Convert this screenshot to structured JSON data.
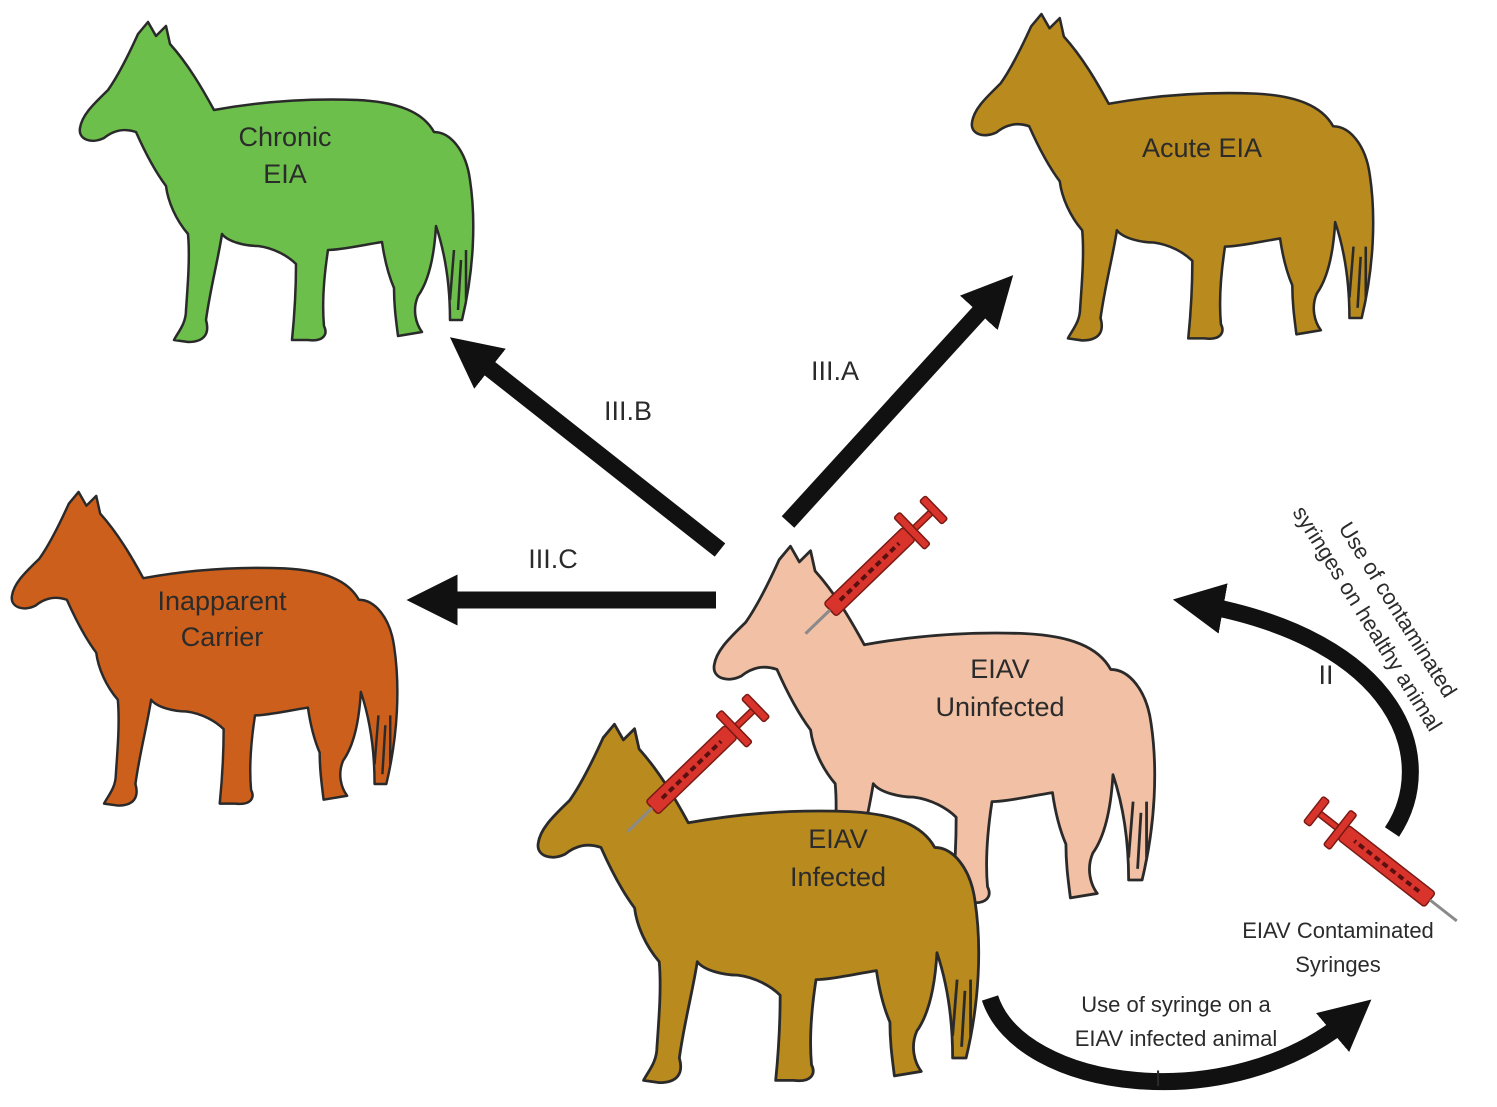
{
  "colors": {
    "chronic": "#6cbf4a",
    "acute": "#b98a1d",
    "inapparent": "#cc5f1b",
    "uninfected": "#f2c0a5",
    "infected": "#b98a1d",
    "syringe": "#d9342b",
    "arrow": "#111111"
  },
  "icons": {
    "horse": "horse-silhouette-icon",
    "syringe": "syringe-icon"
  },
  "labels": {
    "chronic_1": "Chronic",
    "chronic_2": "EIA",
    "acute": "Acute EIA",
    "inapparent_1": "Inapparent",
    "inapparent_2": "Carrier",
    "uninfected_1": "EIAV",
    "uninfected_2": "Uninfected",
    "infected_1": "EIAV",
    "infected_2": "Infected",
    "contaminated_1": "EIAV Contaminated",
    "contaminated_2": "Syringes"
  },
  "arrows": {
    "iiia": "III.A",
    "iiib": "III.B",
    "iiic": "III.C",
    "step_ii": "II",
    "step_ii_text_1": "Use of contaminated",
    "step_ii_text_2": "syringes on healthy animal",
    "step_i": "I",
    "step_i_text_1": "Use of syringe on a",
    "step_i_text_2": "EIAV infected animal"
  }
}
